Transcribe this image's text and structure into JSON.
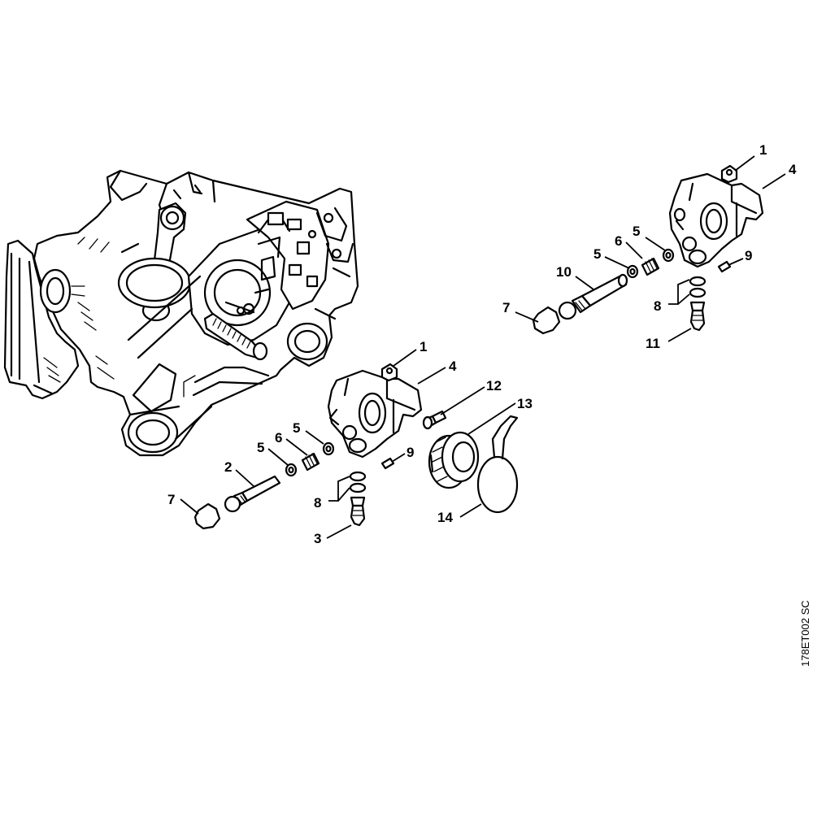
{
  "ref_code": "178ET002 SC",
  "callouts_upper": {
    "c1": "1",
    "c4": "4",
    "c5a": "5",
    "c5b": "5",
    "c6": "6",
    "c10": "10",
    "c7": "7",
    "c9": "9",
    "c8": "8",
    "c11": "11"
  },
  "callouts_lower": {
    "c1": "1",
    "c4": "4",
    "c12": "12",
    "c13": "13",
    "c5a": "5",
    "c6": "6",
    "c5b": "5",
    "c9": "9",
    "c2": "2",
    "c7": "7",
    "c8": "8",
    "c3": "3",
    "c14": "14"
  }
}
